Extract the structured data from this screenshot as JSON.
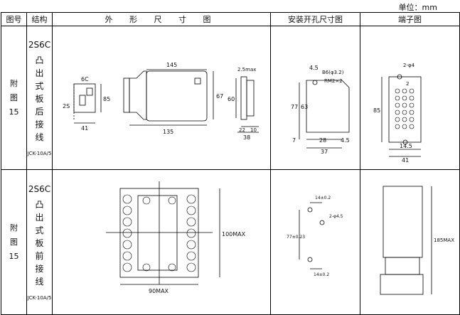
{
  "unit_label": "单位：mm",
  "headers": {
    "figure_no": "图号",
    "structure": "结构",
    "outline": "外 形 尺 寸 图",
    "mounting": "安装开孔尺寸图",
    "terminal": "端子图"
  },
  "rows": [
    {
      "figure_no": [
        "附",
        "图",
        "15"
      ],
      "code": "2S6C",
      "structure_chars": [
        "凸",
        "出",
        "式",
        "板",
        "后",
        "接",
        "线"
      ],
      "model": "JCK-10A/5",
      "outline_dims": {
        "d_6c": "6C",
        "d_2s": "2S",
        "d_41": "41",
        "d_85": "85",
        "d_145": "145",
        "d_135": "135",
        "d_67": "67",
        "d_25max": "2.5max",
        "d_60": "60",
        "d_22": "22",
        "d_10": "10",
        "d_38": "38"
      },
      "mount_dims": {
        "d_45a": "4.5",
        "hole": "B6(φ3.2)",
        "rm": "RM2×2",
        "d_77": "77",
        "d_63": "63",
        "d_7": "7",
        "d_28": "28",
        "d_45b": "4.5",
        "d_37": "37"
      },
      "terminal_dims": {
        "phi4": "2-φ4",
        "d_85": "85",
        "d_145": "14.5",
        "d_41": "41",
        "label2": "2"
      }
    },
    {
      "figure_no": [
        "附",
        "图",
        "15"
      ],
      "code": "2S6C",
      "structure_chars": [
        "凸",
        "出",
        "式",
        "板",
        "前",
        "接",
        "线"
      ],
      "model": "JCK-10A/5",
      "outline_dims": {
        "d_100max": "100MAX",
        "d_90max": "90MAX"
      },
      "mount_dims": {
        "d_14a": "14±0.2",
        "phi45": "2-φ4.5",
        "d_77": "77±0.23",
        "d_14b": "14±0.2"
      },
      "terminal_dims": {
        "d_185max": "185MAX"
      }
    }
  ]
}
